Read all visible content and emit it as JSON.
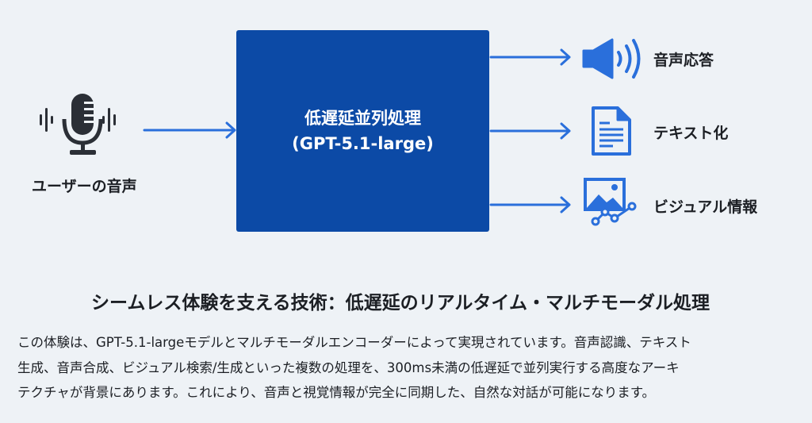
{
  "input": {
    "label": "ユーザーの音声",
    "icon": "microphone-icon"
  },
  "processor": {
    "title": "低遅延並列処理",
    "model": "(GPT-5.1-large)"
  },
  "outputs": [
    {
      "label": "音声応答",
      "icon": "speaker-icon"
    },
    {
      "label": "テキスト化",
      "icon": "document-icon"
    },
    {
      "label": "ビジュアル情報",
      "icon": "image-graph-icon"
    }
  ],
  "heading": "シームレス体験を支える技術：低遅延のリアルタイム・マルチモーダル処理",
  "paragraph_lines": [
    "この体験は、GPT-5.1-largeモデルとマルチモーダルエンコーダーによって実現されています。音声認識、テキスト",
    "生成、音声合成、ビジュアル検索/生成といった複数の処理を、300ms未満の低遅延で並列実行する高度なアーキ",
    "テクチャが背景にあります。これにより、音声と視覚情報が完全に同期した、自然な対話が可能になります。"
  ],
  "colors": {
    "box": "#0c4aa6",
    "accent": "#2a6fdb",
    "icon_dark": "#2b2f36",
    "background": "#eef2f6"
  }
}
